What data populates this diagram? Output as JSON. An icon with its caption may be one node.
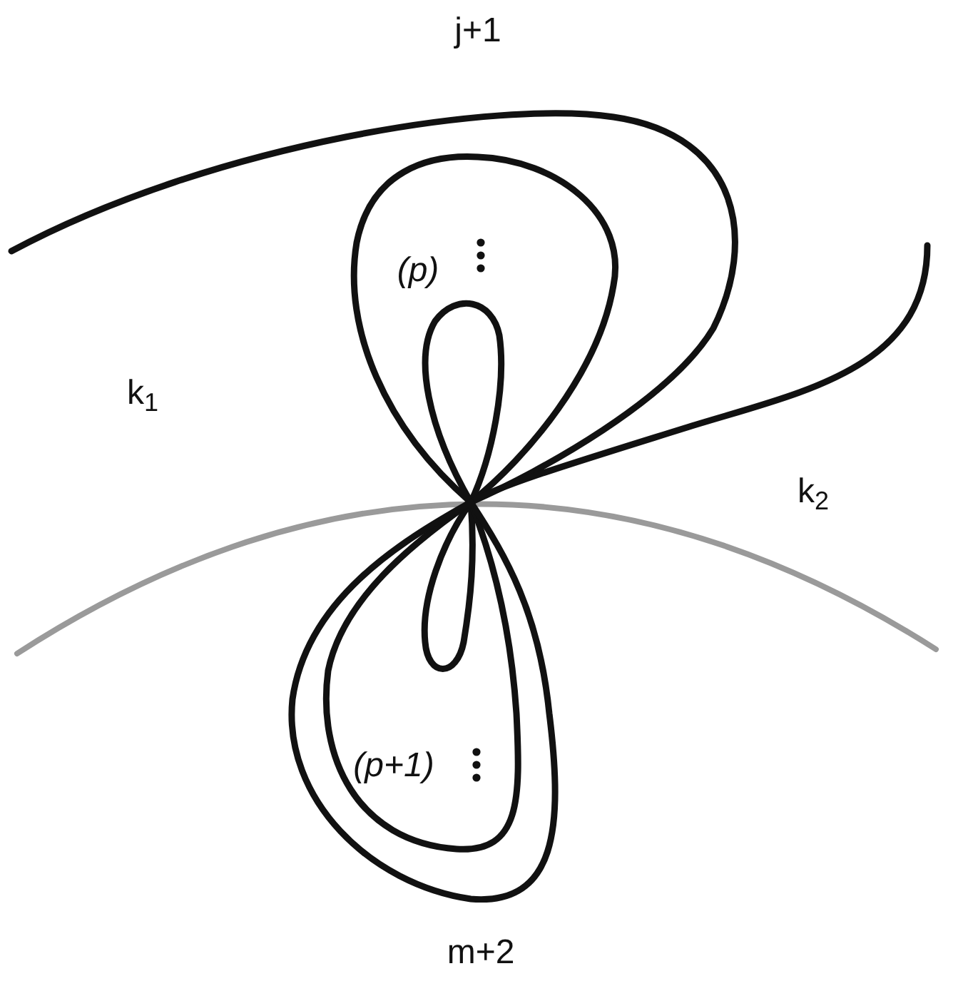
{
  "diagram": {
    "labels": [
      "j+1",
      "(p)",
      "k$_{1}$",
      "k$_{2}$",
      "(p+1)",
      "m+2"
    ]
  }
}
